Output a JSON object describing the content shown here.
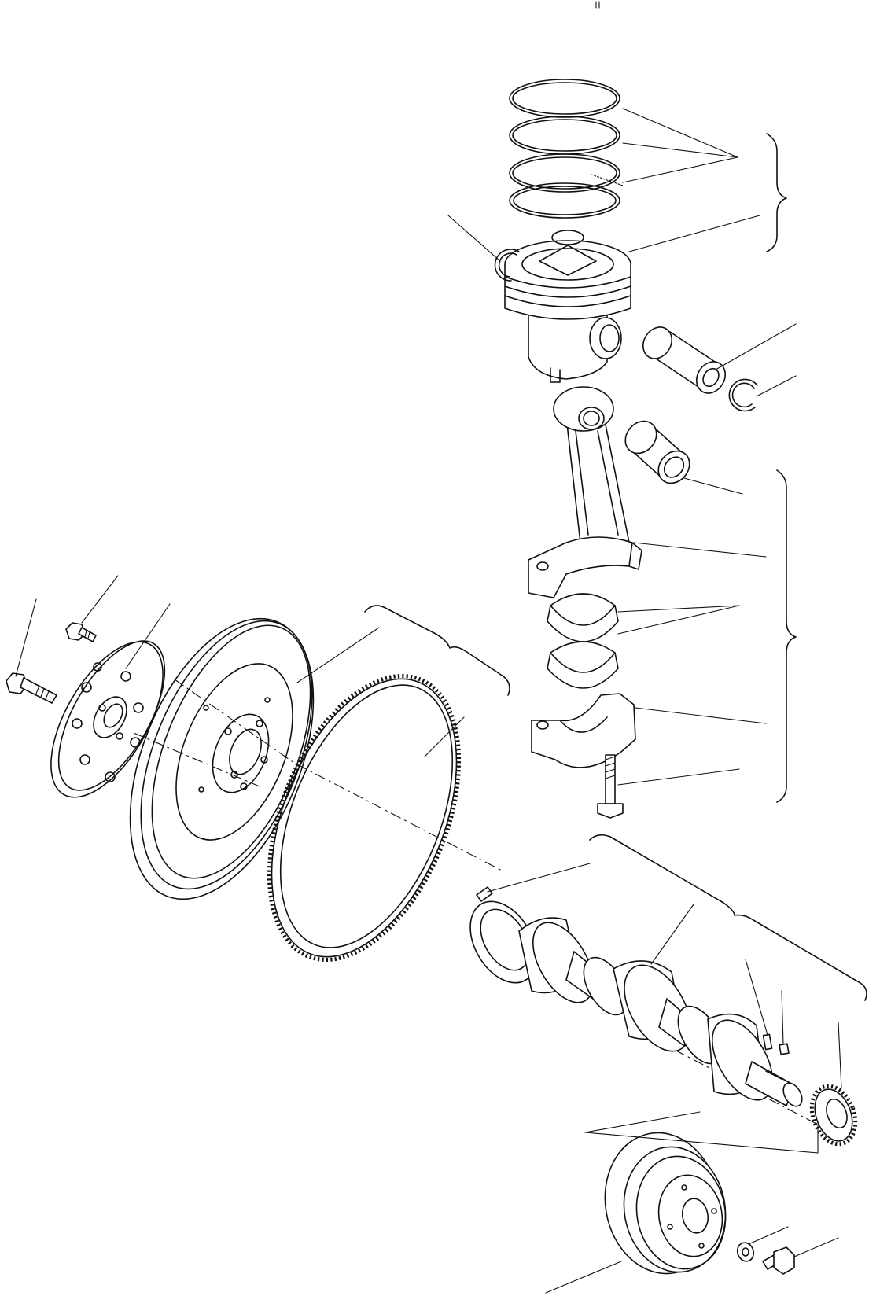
{
  "diagram": {
    "type": "exploded-parts-view",
    "annotations": [],
    "parts": [
      "piston-rings",
      "piston",
      "snap-ring",
      "piston-pin",
      "connecting-rod",
      "connecting-rod-bushing",
      "connecting-rod-bearing",
      "connecting-rod-cap",
      "connecting-rod-bolt",
      "flywheel",
      "ring-gear",
      "flywheel-plate",
      "flywheel-bolt",
      "dowel-pin",
      "crankshaft",
      "key",
      "crankshaft-gear",
      "crankshaft-pulley",
      "washer",
      "pulley-bolt"
    ]
  }
}
